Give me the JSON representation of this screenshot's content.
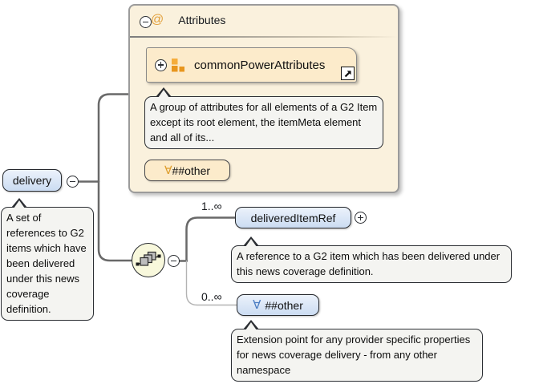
{
  "attributes_group": {
    "at_symbol": "@",
    "title": "Attributes",
    "common_power_attributes": {
      "label": "commonPowerAttributes"
    },
    "annotation": "A group of attributes for all elements of a G2 Item except its root element, the itemMeta element and all of its...",
    "wildcard": {
      "symbol": "∀",
      "label": "##other"
    }
  },
  "root_element": {
    "label": "delivery",
    "annotation": "A set of references to G2 items which have been delivered under this news coverage definition."
  },
  "delivered_item_ref": {
    "occurrence": "1..∞",
    "label": "deliveredItemRef",
    "annotation": "A reference to a G2 item which has been delivered under this news coverage definition."
  },
  "other_wildcard": {
    "occurrence": "0..∞",
    "symbol": "∀",
    "label": "##other",
    "annotation": "Extension point for any provider specific properties for news coverage delivery - from any other namespace"
  },
  "colors": {
    "element_fill": "#cddcf2",
    "attributes_group_fill": "#faf1dd",
    "attribute_box_fill": "#fcebcb",
    "annotation_fill": "#f4f4f1",
    "sequence_fill": "#f8f8dc",
    "accent_orange": "#e2a03c",
    "accent_blue": "#4a7cc2",
    "line_required": "#696969",
    "line_optional": "#b3b3b3"
  }
}
